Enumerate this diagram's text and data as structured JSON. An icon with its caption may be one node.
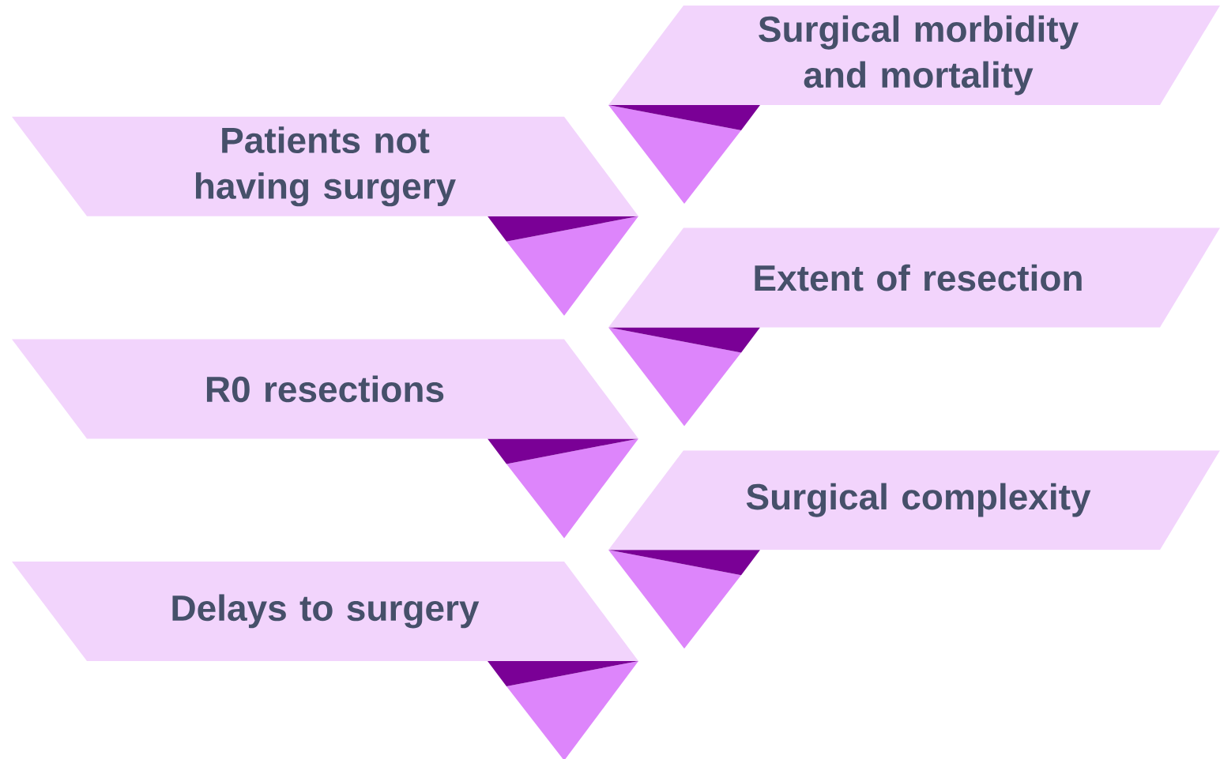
{
  "diagram": {
    "nodes": [
      {
        "text": [
          "Surgical morbidity and mortality"
        ]
      },
      {
        "text": [
          "Patients not having surgery"
        ]
      },
      {
        "text": [
          "Extent of resection"
        ]
      },
      {
        "text": [
          "R0 resections"
        ]
      },
      {
        "text": [
          "Surgical complexity"
        ]
      },
      {
        "text": [
          "Delays to surgery"
        ]
      }
    ]
  }
}
